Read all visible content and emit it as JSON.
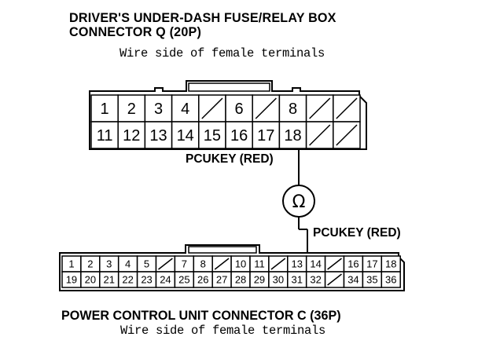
{
  "upper_connector": {
    "title_line1": "DRIVER'S UNDER-DASH FUSE/RELAY BOX",
    "title_line2": "CONNECTOR Q (20P)",
    "subtitle": "Wire side of female terminals",
    "row1": [
      "1",
      "2",
      "3",
      "4",
      "",
      "6",
      "",
      "8",
      "",
      ""
    ],
    "row2": [
      "11",
      "12",
      "13",
      "14",
      "15",
      "16",
      "17",
      "18",
      "",
      ""
    ],
    "blank_row1": [
      4,
      6,
      8,
      9
    ],
    "blank_row2": [
      8,
      9
    ],
    "probe_terminal": "18",
    "wire_label": "PCUKEY (RED)"
  },
  "meter": {
    "symbol": "Ω",
    "icon": "ohmmeter-icon"
  },
  "lower_connector": {
    "title": "POWER CONTROL UNIT CONNECTOR C (36P)",
    "subtitle": "Wire side of female terminals",
    "row1": [
      "1",
      "2",
      "3",
      "4",
      "5",
      "",
      "7",
      "8",
      "",
      "10",
      "11",
      "",
      "13",
      "14",
      "",
      "16",
      "17",
      "18"
    ],
    "row2": [
      "19",
      "20",
      "21",
      "22",
      "23",
      "24",
      "25",
      "26",
      "27",
      "28",
      "29",
      "30",
      "31",
      "32",
      "",
      "34",
      "35",
      "36"
    ],
    "blank_row1": [
      5,
      8,
      11,
      14
    ],
    "blank_row2": [
      14
    ],
    "probe_terminal": "14",
    "wire_label": "PCUKEY (RED)"
  }
}
